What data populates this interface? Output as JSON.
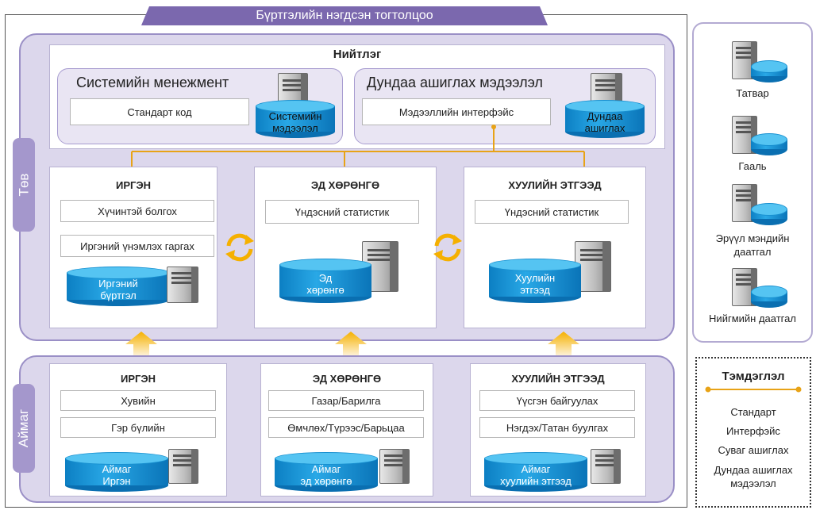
{
  "title": "Бүртгэлийн нэгдсэн тогтолцоо",
  "colors": {
    "band_fill": "#dcd7ec",
    "tab": "#a497cc",
    "banner": "#7b68ae",
    "cylinder": "#1a96d8",
    "arrow": "#f5b000",
    "link": "#e8a317"
  },
  "central": {
    "tab_label": "Төв",
    "common": {
      "title": "Нийтлэг",
      "system_mgmt": {
        "title": "Системийн менежмент",
        "box": "Стандарт код",
        "db": [
          "Системийн",
          "мэдээлэл"
        ]
      },
      "shared_info": {
        "title": "Дундаа ашиглах мэдээлэл",
        "box": "Мэдээллийн интерфэйс",
        "db": [
          "Дундаа",
          "ашиглах"
        ]
      }
    },
    "citizen": {
      "title": "ИРГЭН",
      "boxes": [
        "Хүчинтэй болгох",
        "Иргэний үнэмлэх гаргах"
      ],
      "db": [
        "Иргэний",
        "бүртгэл"
      ]
    },
    "property": {
      "title": "ЭД ХӨРӨНГӨ",
      "boxes": [
        "Үндэсний статистик"
      ],
      "db": [
        "Эд",
        "хөрөнгө"
      ]
    },
    "legal": {
      "title": "ХУУЛИЙН ЭТГЭЭД",
      "boxes": [
        "Үндэсний статистик"
      ],
      "db": [
        "Хуулийн",
        "этгээд"
      ]
    }
  },
  "aimag": {
    "tab_label": "Аймаг",
    "citizen": {
      "title": "ИРГЭН",
      "boxes": [
        "Хувийн",
        "Гэр бүлийн"
      ],
      "db": [
        "Аймаг",
        "Иргэн"
      ]
    },
    "property": {
      "title": "ЭД ХӨРӨНГӨ",
      "boxes": [
        "Газар/Барилга",
        "Өмчлөх/Түрээс/Барьцаа"
      ],
      "db": [
        "Аймаг",
        "эд хөрөнгө"
      ]
    },
    "legal": {
      "title": "ХУУЛИЙН ЭТГЭЭД",
      "boxes": [
        "Үүсгэн байгуулах",
        "Нэгдэх/Татан буулгах"
      ],
      "db": [
        "Аймаг",
        "хуулийн этгээд"
      ]
    }
  },
  "external": [
    "Татвар",
    "Гааль",
    "Эрүүл мэндийн даатгал",
    "Нийгмийн даатгал"
  ],
  "legend": {
    "title": "Тэмдэглэл",
    "items": [
      "Стандарт",
      "Интерфэйс",
      "Суваг ашиглах",
      "Дундаа ашиглах мэдээлэл"
    ]
  }
}
